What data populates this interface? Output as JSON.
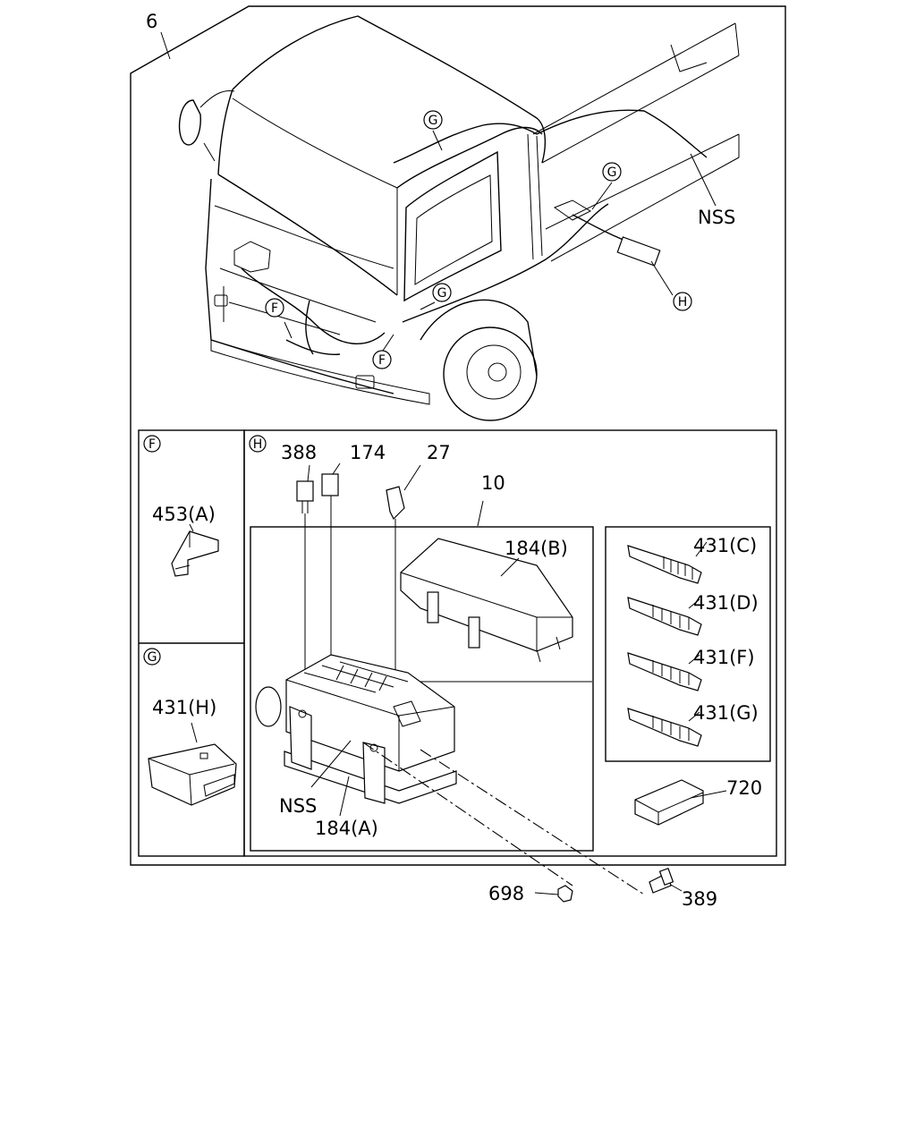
{
  "labels": {
    "assembly": "6",
    "nss_top": "NSS",
    "g1": "G",
    "g2": "G",
    "g3": "G",
    "f1": "F",
    "f2": "F",
    "h1": "H",
    "sec_f": "F",
    "sec_g": "G",
    "sec_h": "H",
    "p453a": "453(A)",
    "p431h": "431(H)",
    "p388": "388",
    "p174": "174",
    "p27": "27",
    "p10": "10",
    "p184b": "184(B)",
    "p431c": "431(C)",
    "p431d": "431(D)",
    "p431f": "431(F)",
    "p431g": "431(G)",
    "p720": "720",
    "nss_box": "NSS",
    "p184a": "184(A)",
    "p698": "698",
    "p389": "389"
  }
}
